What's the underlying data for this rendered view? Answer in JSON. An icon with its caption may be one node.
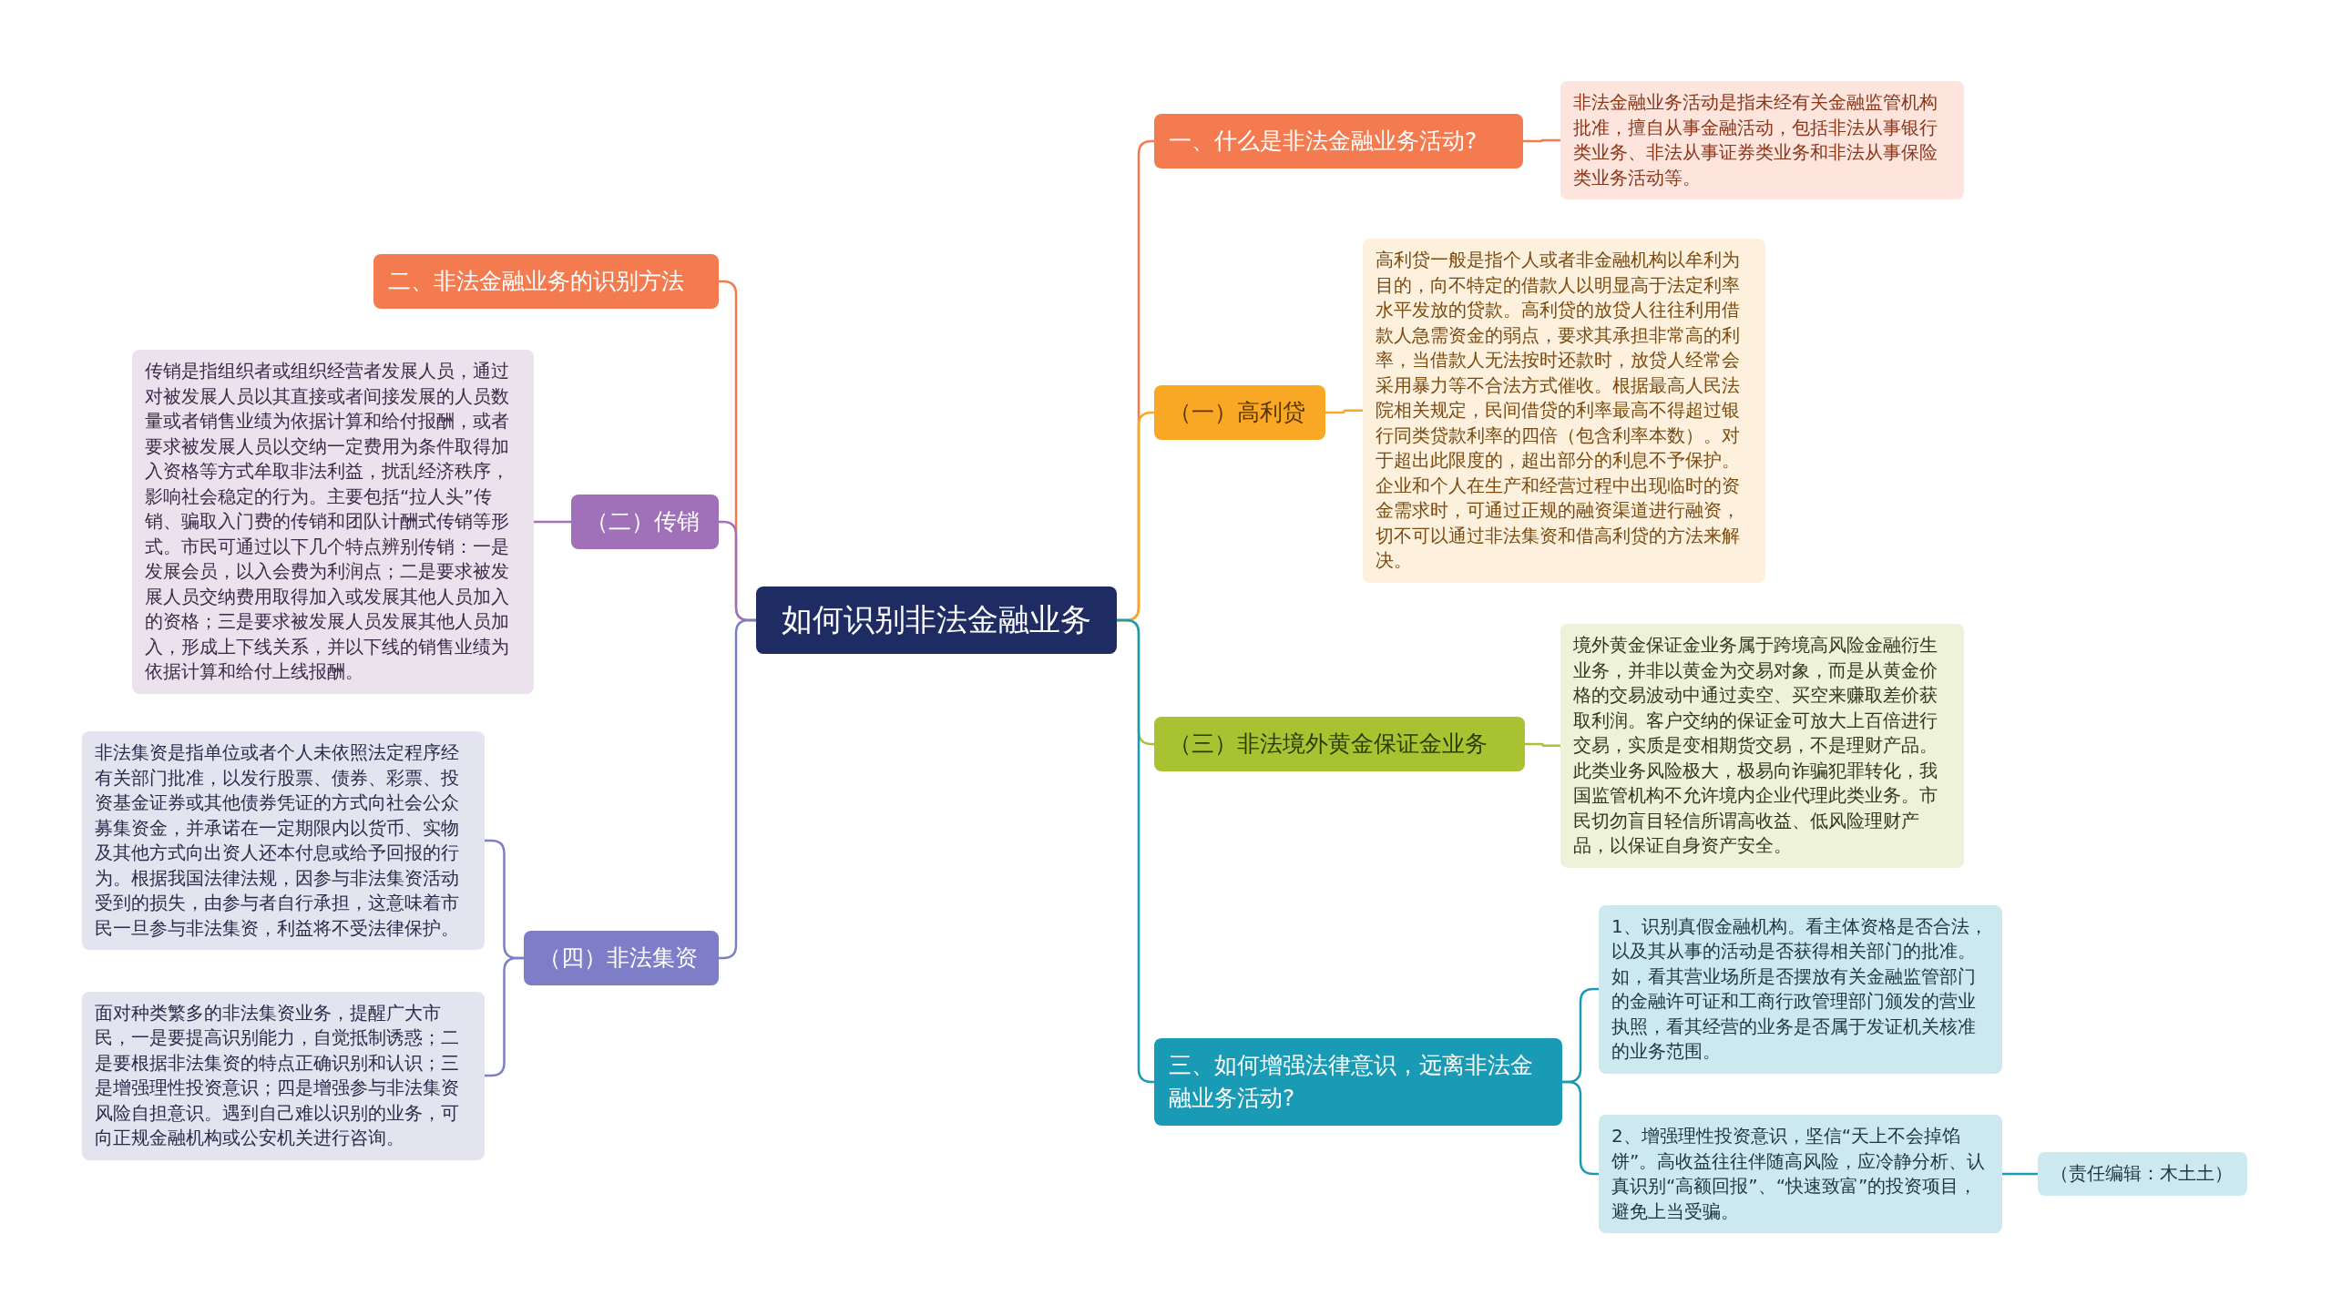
{
  "diagram": {
    "nodes": [
      {
        "text": [
          "如何识别非法金融业务"
        ]
      },
      {
        "text": [
          "一、什么是非法金融业务活动?"
        ]
      },
      {
        "text": [
          "非法金融业务活动是指未经有关金融监管机构批准，擅自从事金融活动，包括非法从事银行类业务、非法从事证券类业务和非法从事保险类业务活动等。"
        ]
      },
      {
        "text": [
          "（一）高利贷"
        ]
      },
      {
        "text": [
          "高利贷一般是指个人或者非金融机构以牟利为目的，向不特定的借款人以明显高于法定利率水平发放的贷款。高利贷的放贷人往往利用借款人急需资金的弱点，要求其承担非常高的利率，当借款人无法按时还款时，放贷人经常会采用暴力等不合法方式催收。根据最高人民法院相关规定，民间借贷的利率最高不得超过银行同类贷款利率的四倍（包含利率本数）。对于超出此限度的，超出部分的利息不予保护。企业和个人在生产和经营过程中出现临时的资金需求时，可通过正规的融资渠道进行融资，切不可以通过非法集资和借高利贷的方法来解决。"
        ]
      },
      {
        "text": [
          "（三）非法境外黄金保证金业务"
        ]
      },
      {
        "text": [
          "境外黄金保证金业务属于跨境高风险金融衍生业务，并非以黄金为交易对象，而是从黄金价格的交易波动中通过卖空、买空来赚取差价获取利润。客户交纳的保证金可放大上百倍进行交易，实质是变相期货交易，不是理财产品。此类业务风险极大，极易向诈骗犯罪转化，我国监管机构不允许境内企业代理此类业务。市民切勿盲目轻信所谓高收益、低风险理财产品，以保证自身资产安全。"
        ]
      },
      {
        "text": [
          "三、如何增强法律意识，远离非法金融业务活动?"
        ]
      },
      {
        "text": [
          "1、识别真假金融机构。看主体资格是否合法，以及其从事的活动是否获得相关部门的批准。如，看其营业场所是否摆放有关金融监管部门的金融许可证和工商行政管理部门颁发的营业执照，看其经营的业务是否属于发证机关核准的业务范围。"
        ]
      },
      {
        "text": [
          "2、增强理性投资意识，坚信“天上不会掉馅饼”。高收益往往伴随高风险，应冷静分析、认真识别“高额回报”、“快速致富”的投资项目，避免上当受骗。"
        ]
      },
      {
        "text": [
          "（责任编辑：木土土）"
        ]
      },
      {
        "text": [
          "二、非法金融业务的识别方法"
        ]
      },
      {
        "text": [
          "（二）传销"
        ]
      },
      {
        "text": [
          "传销是指组织者或组织经营者发展人员，通过对被发展人员以其直接或者间接发展的人员数量或者销售业绩为依据计算和给付报酬，或者要求被发展人员以交纳一定费用为条件取得加入资格等方式牟取非法利益，扰乱经济秩序，影响社会稳定的行为。主要包括“拉人头”传销、骗取入门费的传销和团队计酬式传销等形式。市民可通过以下几个特点辨别传销：一是发展会员，以入会费为利润点；二是要求被发展人员交纳费用取得加入或发展其他人员加入的资格；三是要求被发展人员发展其他人员加入，形成上下线关系，并以下线的销售业绩为依据计算和给付上线报酬。"
        ]
      },
      {
        "text": [
          "（四）非法集资"
        ]
      },
      {
        "text": [
          "非法集资是指单位或者个人未依照法定程序经有关部门批准，以发行股票、债券、彩票、投资基金证券或其他债券凭证的方式向社会公众募集资金，并承诺在一定期限内以货币、实物及其他方式向出资人还本付息或给予回报的行为。根据我国法律法规，因参与非法集资活动受到的损失，由参与者自行承担，这意味着市民一旦参与非法集资，利益将不受法律保护。"
        ]
      },
      {
        "text": [
          "面对种类繁多的非法集资业务，提醒广大市民，一是要提高识别能力，自觉抵制诱惑；二是要根据非法集资的特点正确识别和认识；三是增强理性投资意识；四是增强参与非法集资风险自担意识。遇到自己难以识别的业务，可向正规金融机构或公安机关进行咨询。"
        ]
      }
    ],
    "edges": [
      {
        "from": 0,
        "to": 1,
        "arrow": "none",
        "color": "#f47b50"
      },
      {
        "from": 1,
        "to": 2,
        "arrow": "none",
        "color": "#f47b50"
      },
      {
        "from": 0,
        "to": 3,
        "arrow": "none",
        "color": "#f9a825"
      },
      {
        "from": 3,
        "to": 4,
        "arrow": "none",
        "color": "#f9a825"
      },
      {
        "from": 0,
        "to": 5,
        "arrow": "none",
        "color": "#a8c232"
      },
      {
        "from": 5,
        "to": 6,
        "arrow": "none",
        "color": "#a8c232"
      },
      {
        "from": 0,
        "to": 7,
        "arrow": "none",
        "color": "#1a9bb5"
      },
      {
        "from": 7,
        "to": 8,
        "arrow": "none",
        "color": "#1a9bb5"
      },
      {
        "from": 7,
        "to": 9,
        "arrow": "none",
        "color": "#1a9bb5"
      },
      {
        "from": 9,
        "to": 10,
        "arrow": "none",
        "color": "#1a9bb5"
      },
      {
        "from": 0,
        "to": 11,
        "arrow": "none",
        "color": "#f47b50"
      },
      {
        "from": 0,
        "to": 12,
        "arrow": "none",
        "color": "#a070b8"
      },
      {
        "from": 12,
        "to": 13,
        "arrow": "none",
        "color": "#a070b8"
      },
      {
        "from": 0,
        "to": 14,
        "arrow": "none",
        "color": "#7e7ec8"
      },
      {
        "from": 14,
        "to": 15,
        "arrow": "none",
        "color": "#7e7ec8"
      },
      {
        "from": 14,
        "to": 16,
        "arrow": "none",
        "color": "#7e7ec8"
      }
    ]
  }
}
